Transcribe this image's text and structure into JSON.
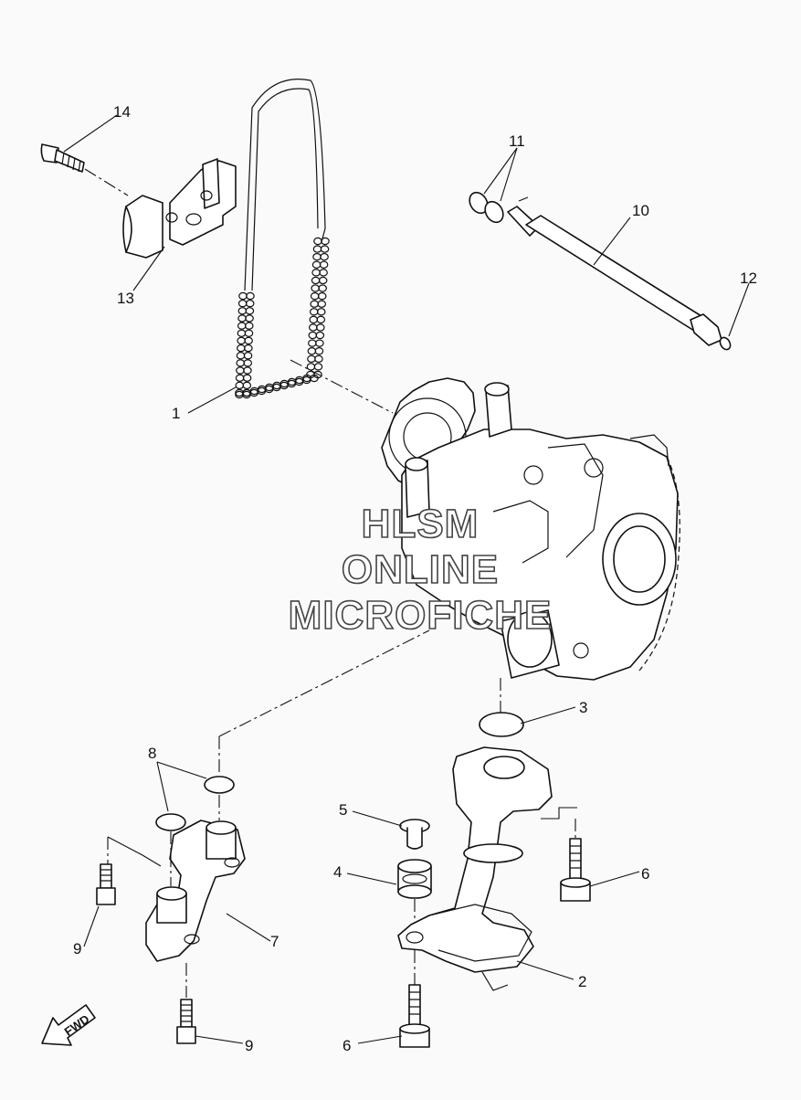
{
  "callouts": [
    {
      "id": "1",
      "label": "1"
    },
    {
      "id": "2",
      "label": "2"
    },
    {
      "id": "3",
      "label": "3"
    },
    {
      "id": "4",
      "label": "4"
    },
    {
      "id": "5",
      "label": "5"
    },
    {
      "id": "6a",
      "label": "6"
    },
    {
      "id": "6b",
      "label": "6"
    },
    {
      "id": "7",
      "label": "7"
    },
    {
      "id": "8",
      "label": "8"
    },
    {
      "id": "9a",
      "label": "9"
    },
    {
      "id": "9b",
      "label": "9"
    },
    {
      "id": "10",
      "label": "10"
    },
    {
      "id": "11",
      "label": "11"
    },
    {
      "id": "12",
      "label": "12"
    },
    {
      "id": "13",
      "label": "13"
    },
    {
      "id": "14",
      "label": "14"
    }
  ],
  "watermark": {
    "line1": "HLSM",
    "line2": "ONLINE",
    "line3": "MICROFICHE"
  },
  "direction_badge": "FWD"
}
